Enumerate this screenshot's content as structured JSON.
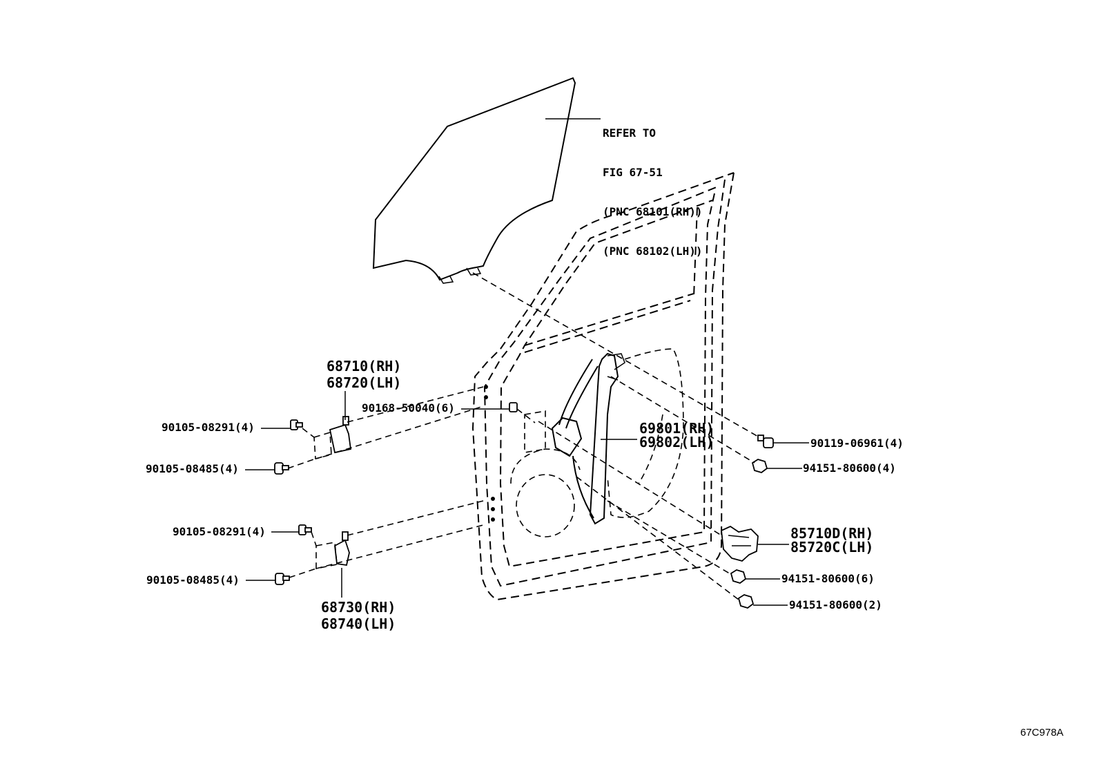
{
  "refer": {
    "line1": "REFER TO",
    "line2": "FIG 67-51",
    "line3": "(PNC 68101(RH))",
    "line4": "(PNC 68102(LH))"
  },
  "parts": {
    "hinge_upper_rh": "68710(RH)",
    "hinge_upper_lh": "68720(LH)",
    "hinge_lower_rh": "68730(RH)",
    "hinge_lower_lh": "68740(LH)",
    "regulator_rh": "69801(RH)",
    "regulator_lh": "69802(LH)",
    "motor_rh": "85710D(RH)",
    "motor_lh": "85720C(LH)",
    "bolt_upper_1": "90105-08291(4)",
    "bolt_upper_2": "90105-08485(4)",
    "bolt_lower_1": "90105-08291(4)",
    "bolt_lower_2": "90105-08485(4)",
    "screw_check": "90168-50040(6)",
    "bolt_regulator": "90119-06961(4)",
    "nut_regulator": "94151-80600(4)",
    "nut_motor_1": "94151-80600(6)",
    "nut_motor_2": "94151-80600(2)"
  },
  "figure_code": "67C978A"
}
